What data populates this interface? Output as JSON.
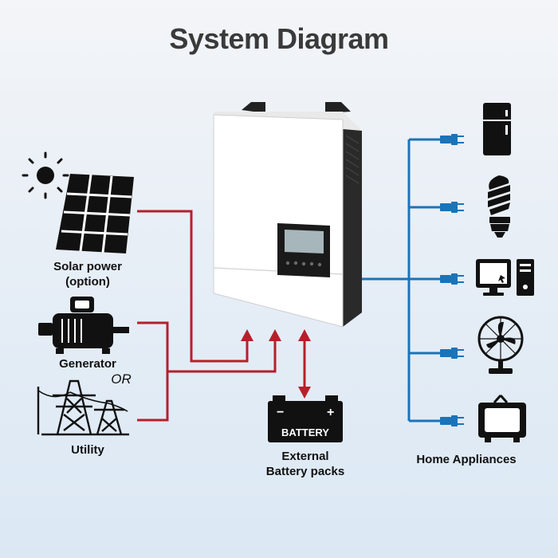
{
  "title": "System Diagram",
  "labels": {
    "solar_line1": "Solar power",
    "solar_line2": "(option)",
    "generator": "Generator",
    "or": "OR",
    "utility": "Utility",
    "battery_text": "BATTERY",
    "battery_line1": "External",
    "battery_line2": "Battery packs",
    "home": "Home Appliances"
  },
  "icons": {
    "sun": "sun-icon",
    "solar": "solar-panel-icon",
    "generator": "generator-icon",
    "utility": "power-tower-icon",
    "battery": "battery-icon",
    "fridge": "refrigerator-icon",
    "bulb": "light-bulb-icon",
    "computer": "computer-icon",
    "fan": "fan-icon",
    "tv": "tv-icon",
    "inverter": "inverter-icon"
  },
  "colors": {
    "input_line": "#b5202a",
    "output_line": "#1b73b8",
    "icon": "#111111"
  }
}
